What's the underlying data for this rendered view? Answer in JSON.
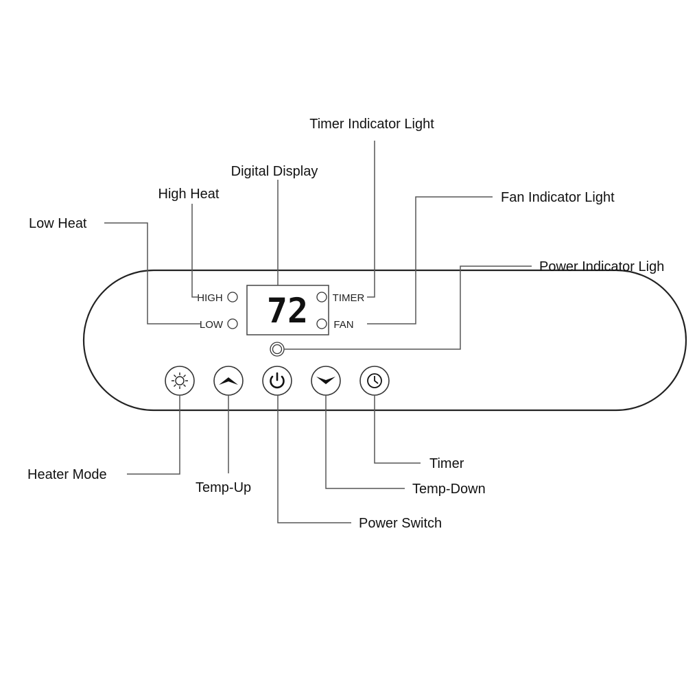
{
  "labels": {
    "low_heat": "Low Heat",
    "high_heat": "High Heat",
    "digital_display": "Digital Display",
    "timer_indicator": "Timer Indicator Light",
    "fan_indicator": "Fan Indicator Light",
    "power_indicator": "Power Indicator Ligh",
    "heater_mode": "Heater Mode",
    "temp_up": "Temp-Up",
    "power_switch": "Power Switch",
    "temp_down": "Temp-Down",
    "timer": "Timer"
  },
  "panel": {
    "high": "HIGH",
    "low": "LOW",
    "timer": "TIMER",
    "fan": "FAN",
    "display_value": "72"
  },
  "icons": [
    "sun-icon",
    "chevron-up-icon",
    "power-icon",
    "chevron-down-icon",
    "clock-icon"
  ]
}
